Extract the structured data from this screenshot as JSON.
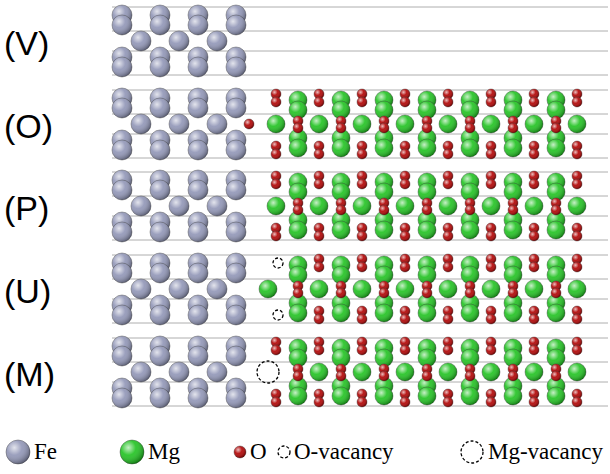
{
  "diagram": {
    "labels": [
      "(V)",
      "(O)",
      "(P)",
      "(U)",
      "(M)"
    ],
    "legend": [
      {
        "text": "Fe",
        "color": "#9095b6"
      },
      {
        "text": "Mg",
        "color": "#1fc21f"
      },
      {
        "text": "O",
        "color": "#b00000"
      },
      {
        "text": "O-vacancy"
      },
      {
        "text": "Mg-vacancy"
      }
    ]
  }
}
